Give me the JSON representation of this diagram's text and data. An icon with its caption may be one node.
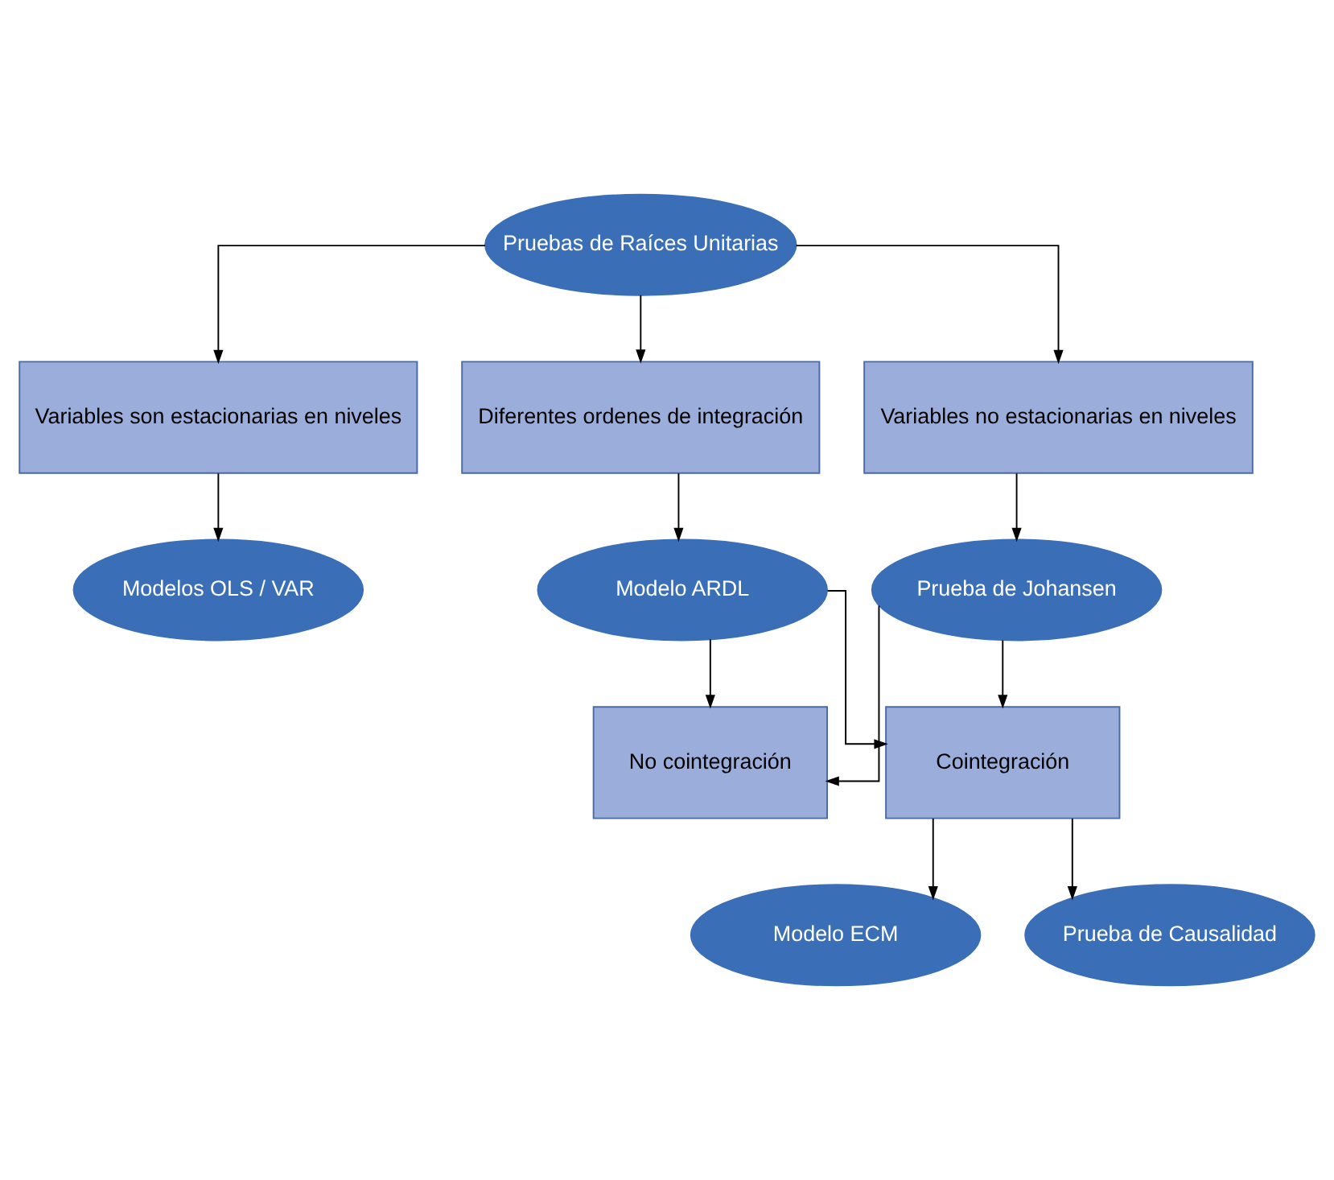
{
  "diagram": {
    "nodes": [
      {
        "text": [
          "Pruebas de Raíces Unitarias"
        ]
      },
      {
        "text": [
          "Variables son estacionarias en niveles"
        ]
      },
      {
        "text": [
          "Variables no estacionarias en niveles"
        ]
      },
      {
        "text": [
          "Diferentes ordenes de integración"
        ]
      },
      {
        "text": [
          "Modelos OLS / VAR"
        ]
      },
      {
        "text": [
          "Prueba de Johansen"
        ]
      },
      {
        "text": [
          "Modelo ARDL"
        ]
      },
      {
        "text": [
          "No cointegración"
        ]
      },
      {
        "text": [
          "Cointegración"
        ]
      },
      {
        "text": [
          "Modelo ECM"
        ]
      },
      {
        "text": [
          "Prueba de Causalidad"
        ]
      }
    ],
    "edges": [
      {
        "from": 0,
        "to": 1,
        "arrow": "to"
      },
      {
        "from": 0,
        "to": 2,
        "arrow": "to"
      },
      {
        "from": 0,
        "to": 3,
        "arrow": "to"
      },
      {
        "from": 1,
        "to": 4,
        "arrow": "to"
      },
      {
        "from": 2,
        "to": 5,
        "arrow": "to"
      },
      {
        "from": 3,
        "to": 6,
        "arrow": "to"
      },
      {
        "from": 5,
        "to": 7,
        "arrow": "to"
      },
      {
        "from": 5,
        "to": 8,
        "arrow": "to"
      },
      {
        "from": 6,
        "to": 7,
        "arrow": "to"
      },
      {
        "from": 6,
        "to": 8,
        "arrow": "to"
      },
      {
        "from": 8,
        "to": 9,
        "arrow": "to"
      },
      {
        "from": 8,
        "to": 10,
        "arrow": "to"
      }
    ]
  }
}
